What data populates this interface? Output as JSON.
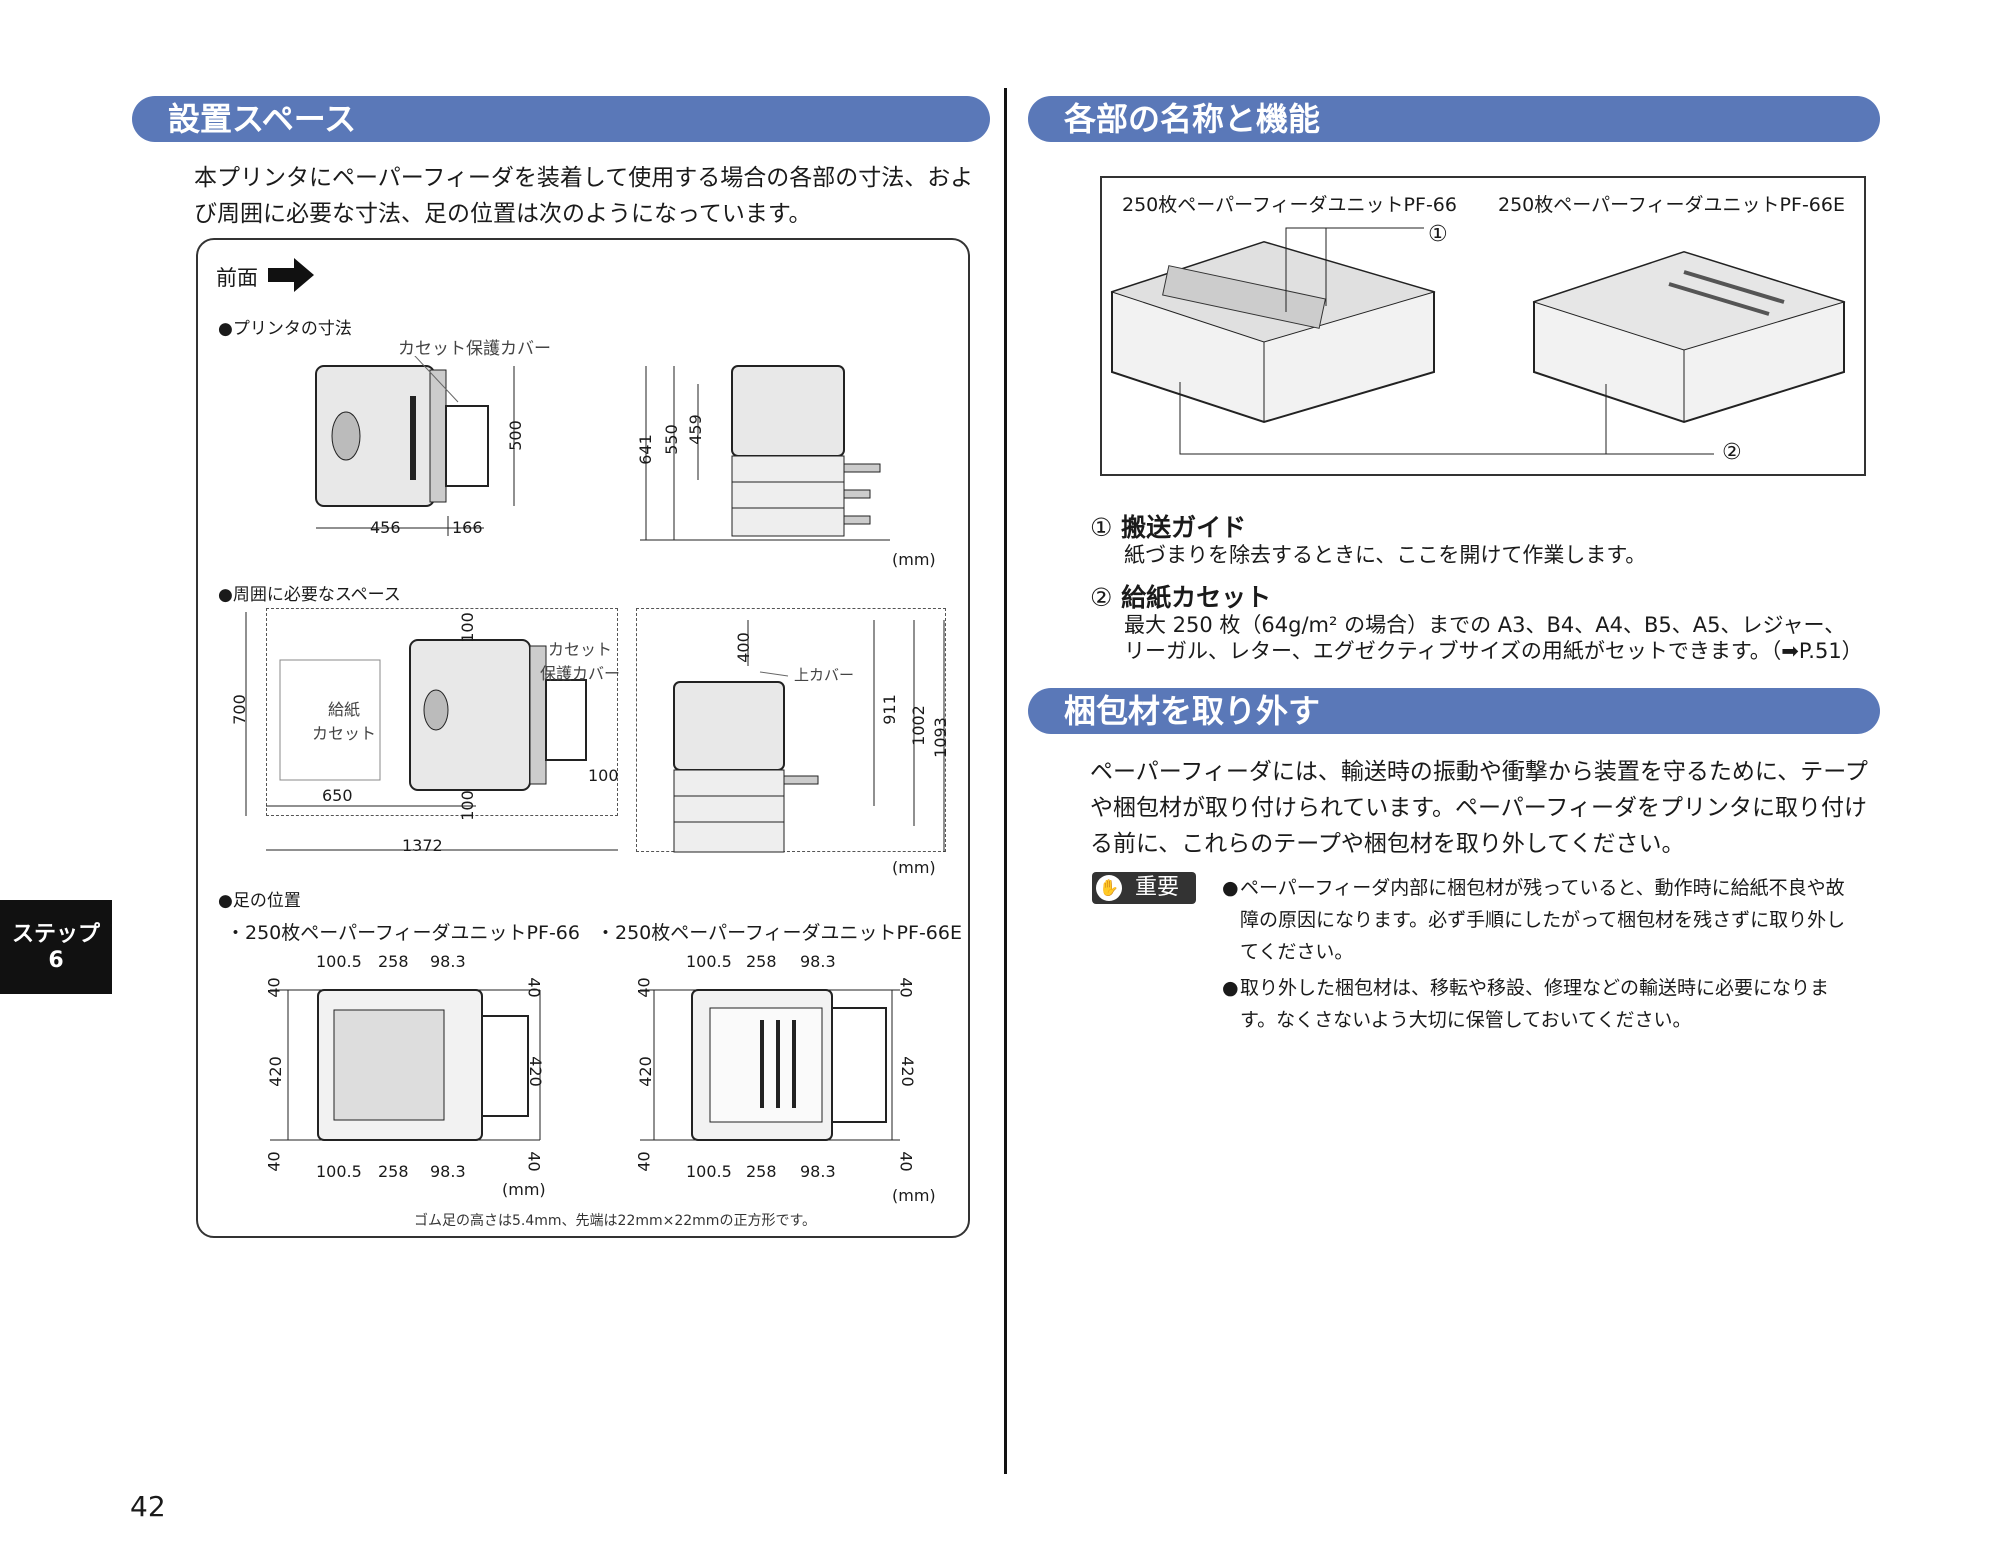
{
  "left": {
    "header": "設置スペース",
    "intro": "本プリンタにペーパーフィーダを装着して使用する場合の各部の寸法、およ\nび周囲に必要な寸法、足の位置は次のようになっています。",
    "front_label": "前面",
    "printer_dims": {
      "label": "●プリンタの寸法",
      "cover_label": "カセット保護カバー",
      "dims": [
        "500",
        "456",
        "166",
        "641",
        "550",
        "459"
      ],
      "unit": "(mm)"
    },
    "space": {
      "label": "●周囲に必要なスペース",
      "cassette_label": "給紙\nカセット",
      "cover_label": "カセット\n保護カバー",
      "upper_cover": "上カバー",
      "dims": [
        "100",
        "700",
        "650",
        "100",
        "100",
        "1372",
        "400",
        "911",
        "1002",
        "1093"
      ],
      "unit": "(mm)"
    },
    "feet": {
      "label": "●足の位置",
      "pf66": "・250枚ペーパーフィーダユニットPF-66",
      "pf66e": "・250枚ペーパーフィーダユニットPF-66E",
      "dims_top": [
        "100.5",
        "258",
        "98.3"
      ],
      "dims_side": [
        "40",
        "420",
        "40"
      ],
      "unit": "(mm)",
      "note": "ゴム足の高さは5.4mm、先端は22mm×22mmの正方形です。"
    }
  },
  "right": {
    "header": "各部の名称と機能",
    "photo_label_1": "250枚ペーパーフィーダユニットPF-66",
    "photo_label_2": "250枚ペーパーフィーダユニットPF-66E",
    "callout_1": "①",
    "callout_2": "②",
    "items": [
      {
        "num": "①",
        "title": "搬送ガイド",
        "desc": "紙づまりを除去するときに、ここを開けて作業します。"
      },
      {
        "num": "②",
        "title": "給紙カセット",
        "desc": "最大 250 枚（64g/m² の場合）までの A3、B4、A4、B5、A5、レジャー、\nリーガル、レター、エグゼクティブサイズの用紙がセットできます。（➡P.51）"
      }
    ],
    "header2": "梱包材を取り外す",
    "intro2": "ペーパーフィーダには、輸送時の振動や衝撃から装置を守るために、テープ\nや梱包材が取り付けられています。ペーパーフィーダをプリンタに取り付け\nる前に、これらのテープや梱包材を取り外してください。",
    "important_label": "重要",
    "bullets": [
      "ペーパーフィーダ内部に梱包材が残っていると、動作時に給紙不良や故\n障の原因になります。必ず手順にしたがって梱包材を残さずに取り外し\nてください。",
      "取り外した梱包材は、移転や移設、修理などの輸送時に必要になりま\nす。なくさないよう大切に保管しておいてください。"
    ]
  },
  "step_tab": "ステップ\n6",
  "page_number": "42"
}
